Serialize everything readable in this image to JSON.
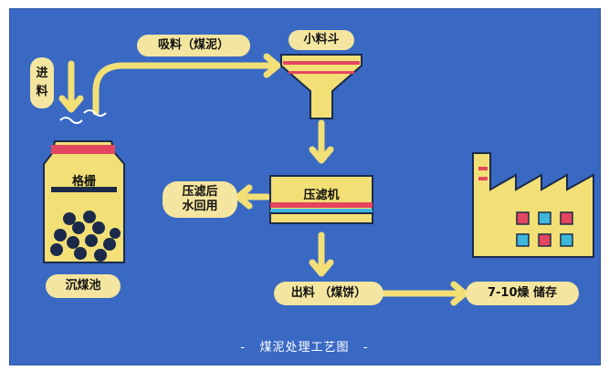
{
  "labels": {
    "feed": "进\n料",
    "suction": "吸料（煤泥）",
    "hopper": "小料斗",
    "grid": "格栅",
    "tank": "沉煤池",
    "press": "压滤机",
    "water": "压滤后\n水回用",
    "output": "出料 （煤饼）",
    "storage": "7-10燥 储存"
  },
  "caption": "-   煤泥处理工艺图   -",
  "colors": {
    "background": "#3a69c3",
    "pill": "#f4e6a0",
    "machine": "#f2e076",
    "accent_red": "#e3465e",
    "window_cyan": "#3fb6dc",
    "outline": "#1b2a4a"
  },
  "icons": [
    "arrow-icon",
    "hopper-icon",
    "filter-press-icon",
    "factory-icon",
    "settling-tank-icon",
    "coal-lumps-icon",
    "steam-icon"
  ]
}
